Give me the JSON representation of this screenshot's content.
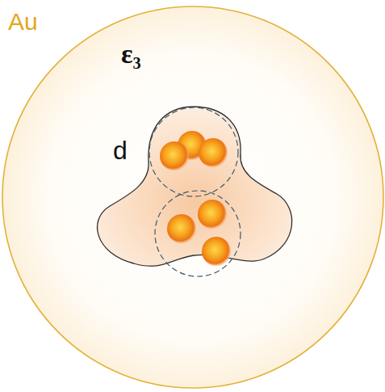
{
  "diagram": {
    "labels": [
      "Au",
      "ε₃",
      "d"
    ]
  }
}
